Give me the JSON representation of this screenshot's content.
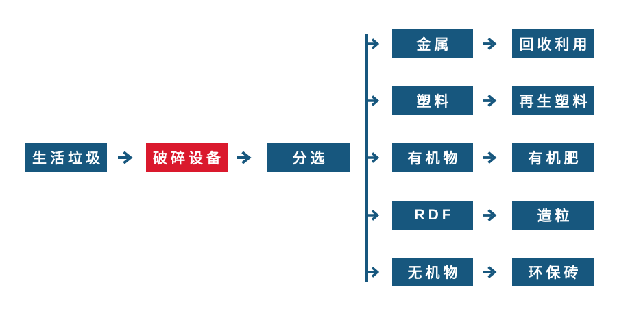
{
  "colors": {
    "primary_blue": "#17577E",
    "accent_red": "#DA192D",
    "text_white": "#FFFFFF",
    "background": "#FFFFFF"
  },
  "flow": {
    "main": [
      {
        "label": "生活垃圾"
      },
      {
        "label": "破碎设备"
      },
      {
        "label": "分选"
      }
    ],
    "branches": [
      {
        "source": "金属",
        "result": "回收利用"
      },
      {
        "source": "塑料",
        "result": "再生塑料"
      },
      {
        "source": "有机物",
        "result": "有机肥"
      },
      {
        "source": "RDF",
        "result": "造粒"
      },
      {
        "source": "无机物",
        "result": "环保砖"
      }
    ]
  }
}
